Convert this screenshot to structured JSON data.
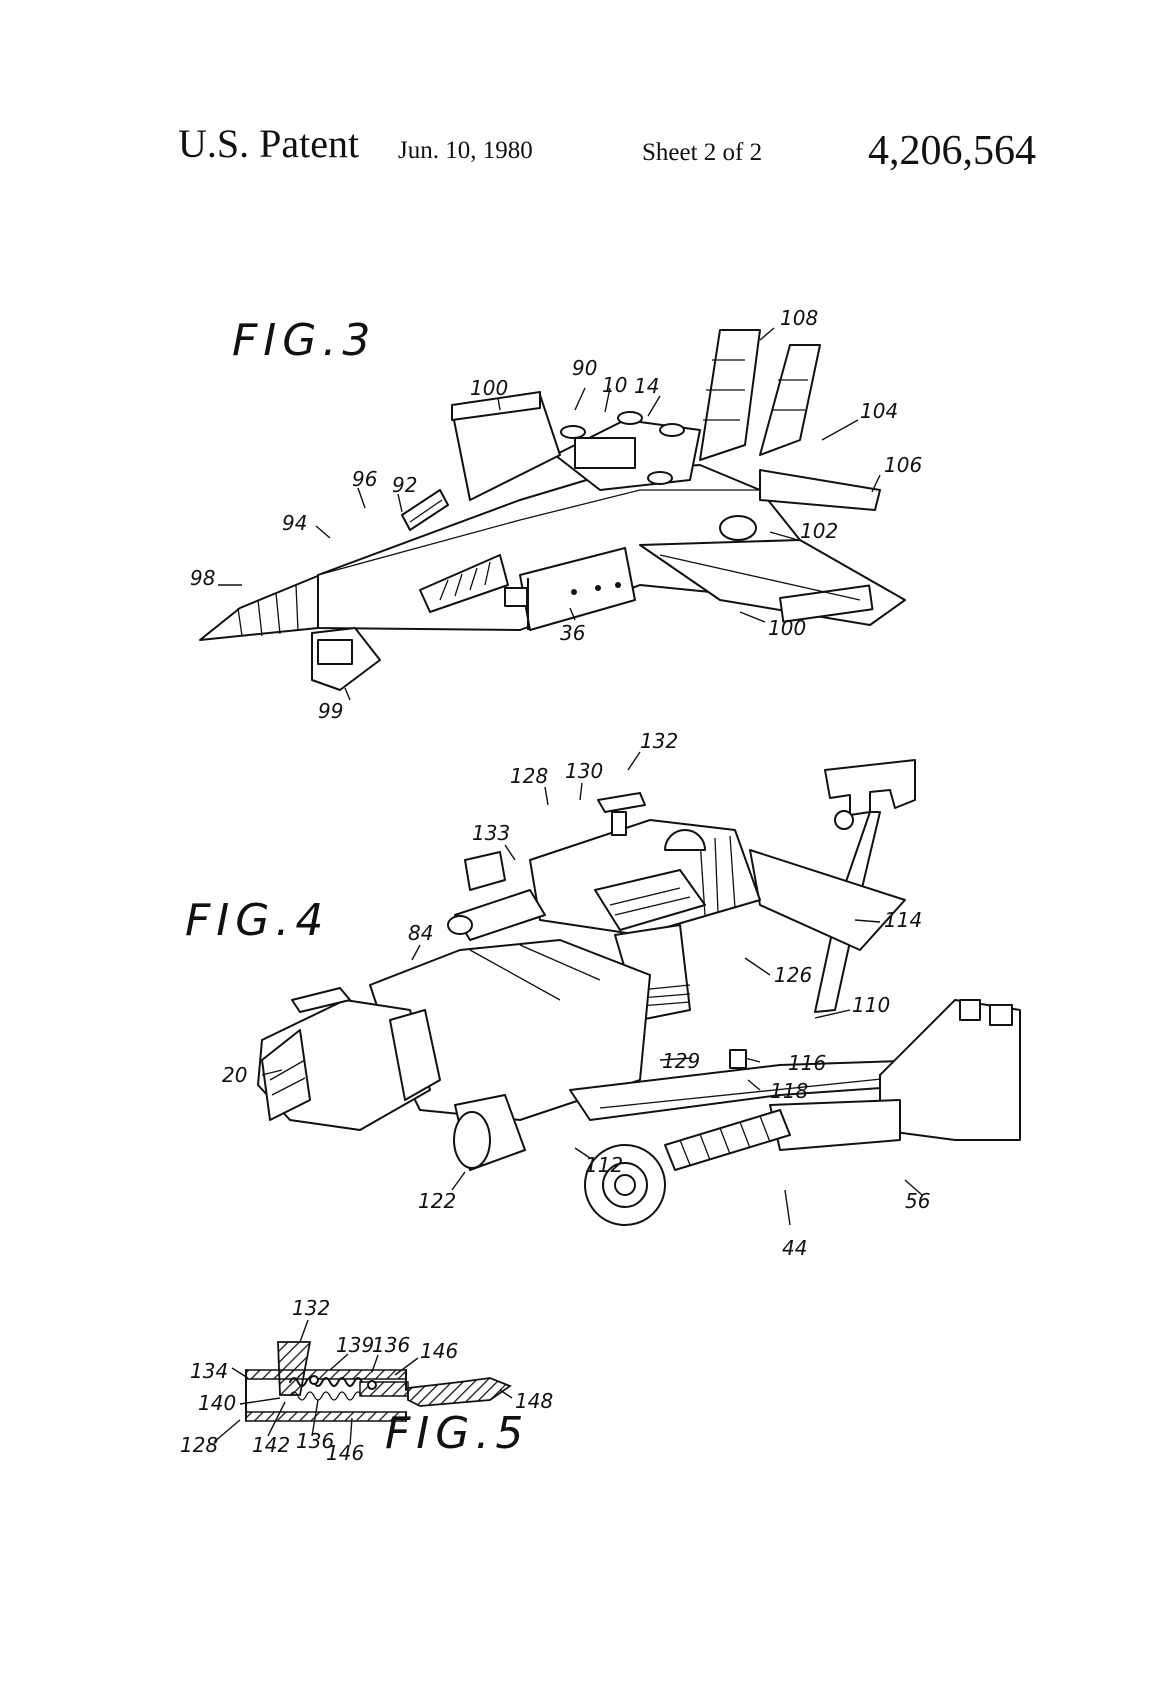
{
  "header": {
    "title": "U.S. Patent",
    "date": "Jun. 10, 1980",
    "sheet": "Sheet 2 of 2",
    "patent_number": "4,206,564"
  },
  "figures": {
    "fig3": {
      "label": "FIG.3",
      "refs": {
        "r100a": "100",
        "r90": "90",
        "r10": "10",
        "r14": "14",
        "r108": "108",
        "r104": "104",
        "r106": "106",
        "r96": "96",
        "r92": "92",
        "r94": "94",
        "r98": "98",
        "r102": "102",
        "r36": "36",
        "r100b": "100",
        "r99": "99"
      }
    },
    "fig4": {
      "label": "FIG.4",
      "refs": {
        "r132": "132",
        "r130": "130",
        "r128": "128",
        "r133": "133",
        "r84": "84",
        "r114": "114",
        "r126": "126",
        "r110": "110",
        "r20": "20",
        "r129": "129",
        "r116": "116",
        "r118": "118",
        "r112": "112",
        "r122": "122",
        "r56": "56",
        "r44": "44"
      }
    },
    "fig5": {
      "label": "FIG.5",
      "refs": {
        "r132": "132",
        "r139": "139",
        "r136a": "136",
        "r146a": "146",
        "r134": "134",
        "r148": "148",
        "r140": "140",
        "r128": "128",
        "r142": "142",
        "r136b": "136",
        "r146b": "146"
      }
    }
  }
}
